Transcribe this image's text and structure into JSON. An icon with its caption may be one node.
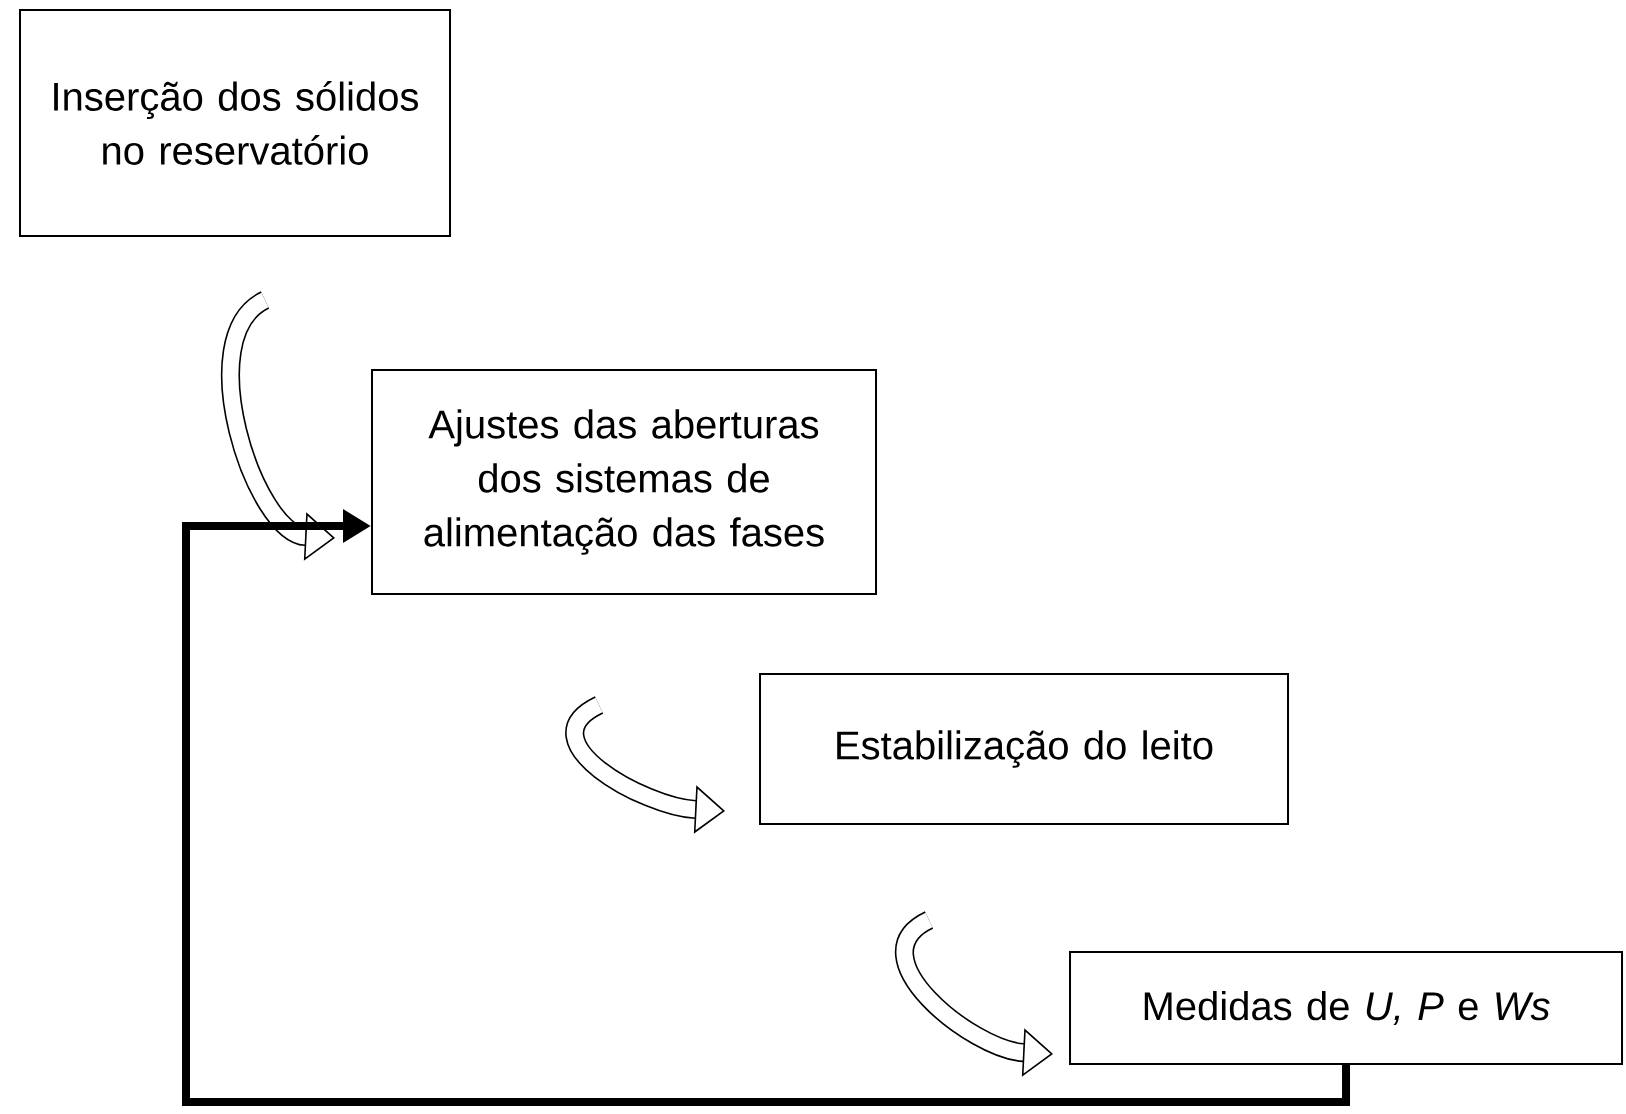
{
  "diagram": {
    "nodes": [
      {
        "text": [
          "Inserção dos sólidos no reservatório"
        ]
      },
      {
        "text": [
          "Ajustes das aberturas dos sistemas de alimentação das fases"
        ]
      },
      {
        "text": [
          "Estabilização do leito"
        ]
      },
      {
        "text": [
          "Medidas de *U, P* e *Ws*"
        ]
      }
    ],
    "edges": [
      {
        "from": null,
        "to": 1,
        "arrow": "to"
      },
      {
        "from": null,
        "to": 2,
        "arrow": "to"
      },
      {
        "from": null,
        "to": 3,
        "arrow": "to"
      },
      {
        "from": 3,
        "to": 1,
        "arrow": "to"
      }
    ]
  }
}
